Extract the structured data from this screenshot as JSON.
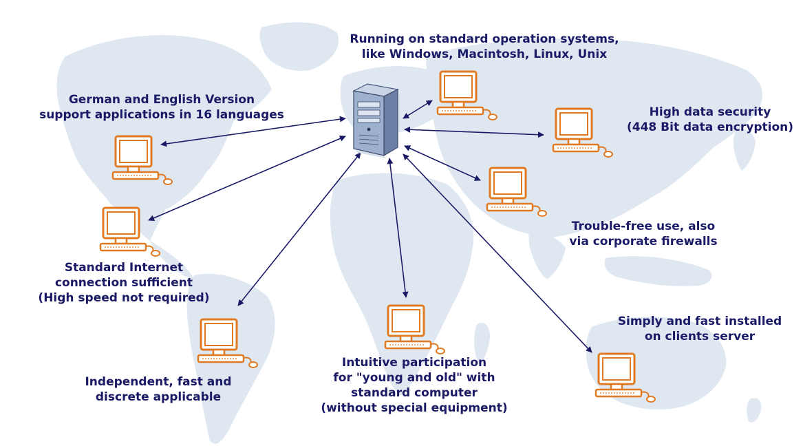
{
  "colors": {
    "text": "#1a1a66",
    "arrow": "#1a1a66",
    "map": "#dfe7f1",
    "client": "#e07a22",
    "server_body": "#8a9fbf"
  },
  "server": {
    "icon": "server-tower-icon"
  },
  "clients": [
    {
      "name": "top-center",
      "icon": "desktop-computer-icon"
    },
    {
      "name": "top-left",
      "icon": "desktop-computer-icon"
    },
    {
      "name": "right",
      "icon": "desktop-computer-icon"
    },
    {
      "name": "middle-right",
      "icon": "desktop-computer-icon"
    },
    {
      "name": "left",
      "icon": "desktop-computer-icon"
    },
    {
      "name": "bottom-left",
      "icon": "desktop-computer-icon"
    },
    {
      "name": "bottom-center",
      "icon": "desktop-computer-icon"
    },
    {
      "name": "bottom-right",
      "icon": "desktop-computer-icon"
    }
  ],
  "labels": {
    "platforms": [
      "Running on standard operation systems,",
      "like Windows, Macintosh, Linux, Unix"
    ],
    "languages": [
      "German and English Version",
      "support applications in 16 languages"
    ],
    "security": [
      "High data security",
      "(448 Bit data encryption)"
    ],
    "firewalls": [
      "Trouble-free use, also",
      "via corporate firewalls"
    ],
    "internet": [
      "Standard Internet",
      "connection sufficient",
      "(High speed not required)"
    ],
    "installation": [
      "Simply and fast installed",
      "on clients server"
    ],
    "participation": [
      "Intuitive participation",
      "for \"young and old\" with",
      "standard computer",
      "(without special equipment)"
    ],
    "independent": [
      "Independent, fast and",
      "discrete applicable"
    ]
  }
}
